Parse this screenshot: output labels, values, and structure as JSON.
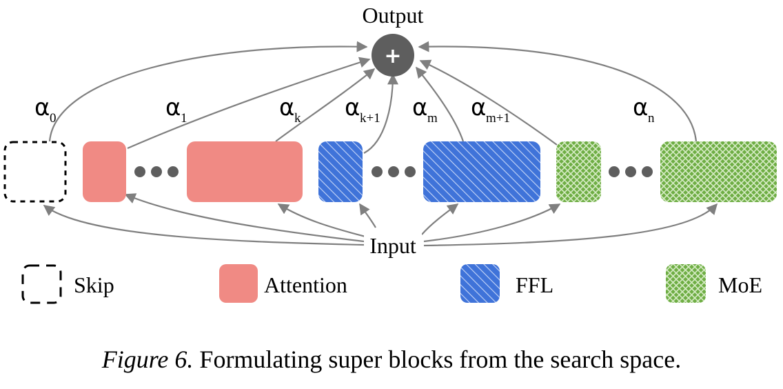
{
  "diagram": {
    "output_label": "Output",
    "plus_symbol": "+",
    "input_label": "Input",
    "alpha_symbol": "α",
    "alphas": [
      {
        "sub": "0"
      },
      {
        "sub": "1"
      },
      {
        "sub": "k"
      },
      {
        "sub": "k+1"
      },
      {
        "sub": "m"
      },
      {
        "sub": "m+1"
      },
      {
        "sub": "n"
      }
    ],
    "colors": {
      "attention": "#f08a84",
      "ffl": "#3f73d9",
      "moe": "#6fae45",
      "arrow": "#7f7f7f",
      "output_node": "#5e5e5e",
      "dots": "#5e5e5e"
    }
  },
  "legend": {
    "skip": "Skip",
    "attention": "Attention",
    "ffl": "FFL",
    "moe": "MoE"
  },
  "caption": {
    "figure_label": "Figure 6.",
    "text": "Formulating super blocks from the search space."
  }
}
